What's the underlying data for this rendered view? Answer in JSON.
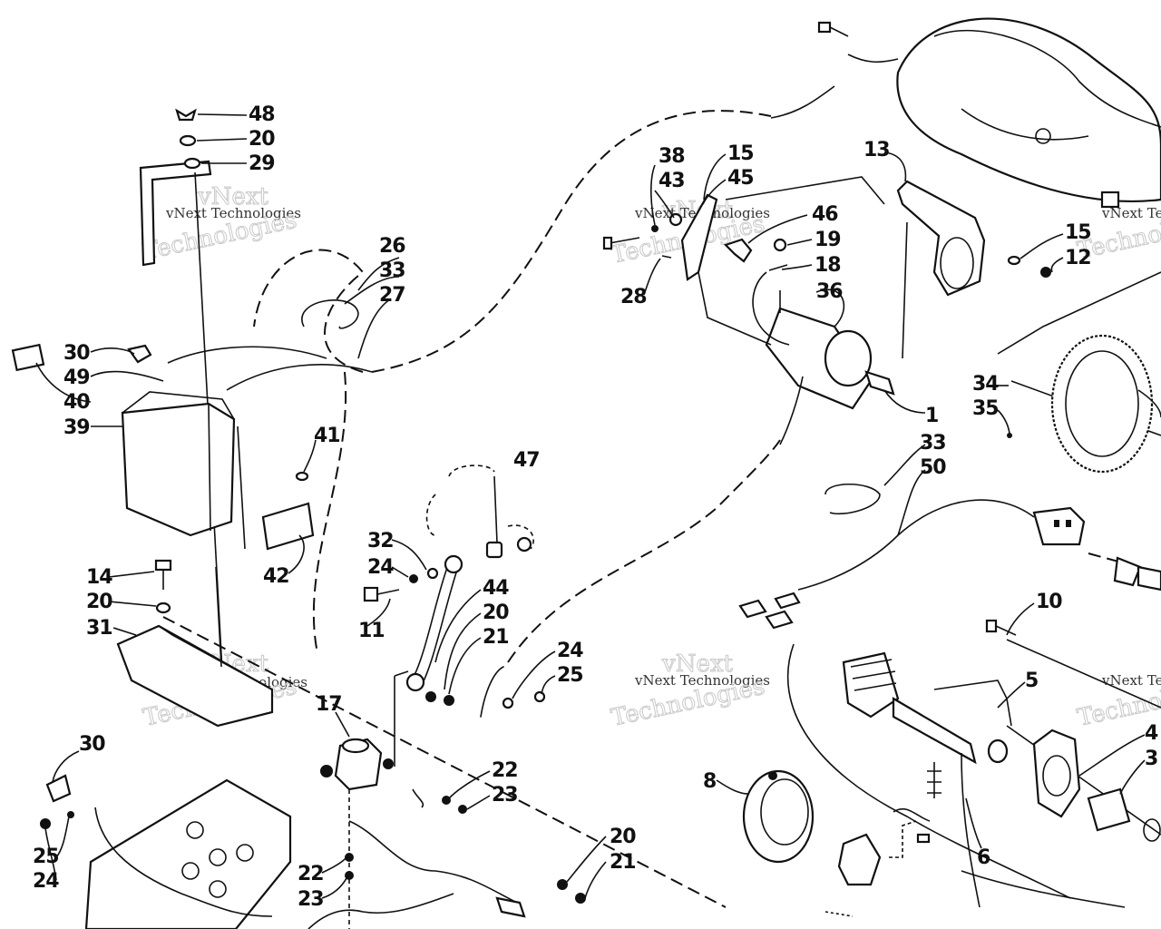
{
  "diagram": {
    "callouts": [
      {
        "id": "c48",
        "text": "48"
      },
      {
        "id": "c20a",
        "text": "20"
      },
      {
        "id": "c29",
        "text": "29"
      },
      {
        "id": "c26",
        "text": "26"
      },
      {
        "id": "c33a",
        "text": "33"
      },
      {
        "id": "c27",
        "text": "27"
      },
      {
        "id": "c30a",
        "text": "30"
      },
      {
        "id": "c49",
        "text": "49"
      },
      {
        "id": "c40",
        "text": "40"
      },
      {
        "id": "c39",
        "text": "39"
      },
      {
        "id": "c41",
        "text": "41"
      },
      {
        "id": "c42",
        "text": "42"
      },
      {
        "id": "c14",
        "text": "14"
      },
      {
        "id": "c20b",
        "text": "20"
      },
      {
        "id": "c31",
        "text": "31"
      },
      {
        "id": "c47",
        "text": "47"
      },
      {
        "id": "c32",
        "text": "32"
      },
      {
        "id": "c24a",
        "text": "24"
      },
      {
        "id": "c11",
        "text": "11"
      },
      {
        "id": "c44",
        "text": "44"
      },
      {
        "id": "c20c",
        "text": "20"
      },
      {
        "id": "c21a",
        "text": "21"
      },
      {
        "id": "c24b",
        "text": "24"
      },
      {
        "id": "c25a",
        "text": "25"
      },
      {
        "id": "c17",
        "text": "17"
      },
      {
        "id": "c22a",
        "text": "22"
      },
      {
        "id": "c23a",
        "text": "23"
      },
      {
        "id": "c22b",
        "text": "22"
      },
      {
        "id": "c23b",
        "text": "23"
      },
      {
        "id": "c20d",
        "text": "20"
      },
      {
        "id": "c21b",
        "text": "21"
      },
      {
        "id": "c30b",
        "text": "30"
      },
      {
        "id": "c25b",
        "text": "25"
      },
      {
        "id": "c24c",
        "text": "24"
      },
      {
        "id": "c38",
        "text": "38"
      },
      {
        "id": "c43",
        "text": "43"
      },
      {
        "id": "c15a",
        "text": "15"
      },
      {
        "id": "c45",
        "text": "45"
      },
      {
        "id": "c46",
        "text": "46"
      },
      {
        "id": "c19",
        "text": "19"
      },
      {
        "id": "c18",
        "text": "18"
      },
      {
        "id": "c28",
        "text": "28"
      },
      {
        "id": "c36",
        "text": "36"
      },
      {
        "id": "c13",
        "text": "13"
      },
      {
        "id": "c15b",
        "text": "15"
      },
      {
        "id": "c12",
        "text": "12"
      },
      {
        "id": "c1",
        "text": "1"
      },
      {
        "id": "c34",
        "text": "34"
      },
      {
        "id": "c35",
        "text": "35"
      },
      {
        "id": "c33b",
        "text": "33"
      },
      {
        "id": "c50",
        "text": "50"
      },
      {
        "id": "c10",
        "text": "10"
      },
      {
        "id": "c5",
        "text": "5"
      },
      {
        "id": "c4",
        "text": "4"
      },
      {
        "id": "c3",
        "text": "3"
      },
      {
        "id": "c8",
        "text": "8"
      },
      {
        "id": "c6",
        "text": "6"
      }
    ],
    "watermark": {
      "brand": "vNext",
      "company": "Technologies",
      "full": "vNext Technologies",
      "color": "#c9c9c9"
    }
  }
}
